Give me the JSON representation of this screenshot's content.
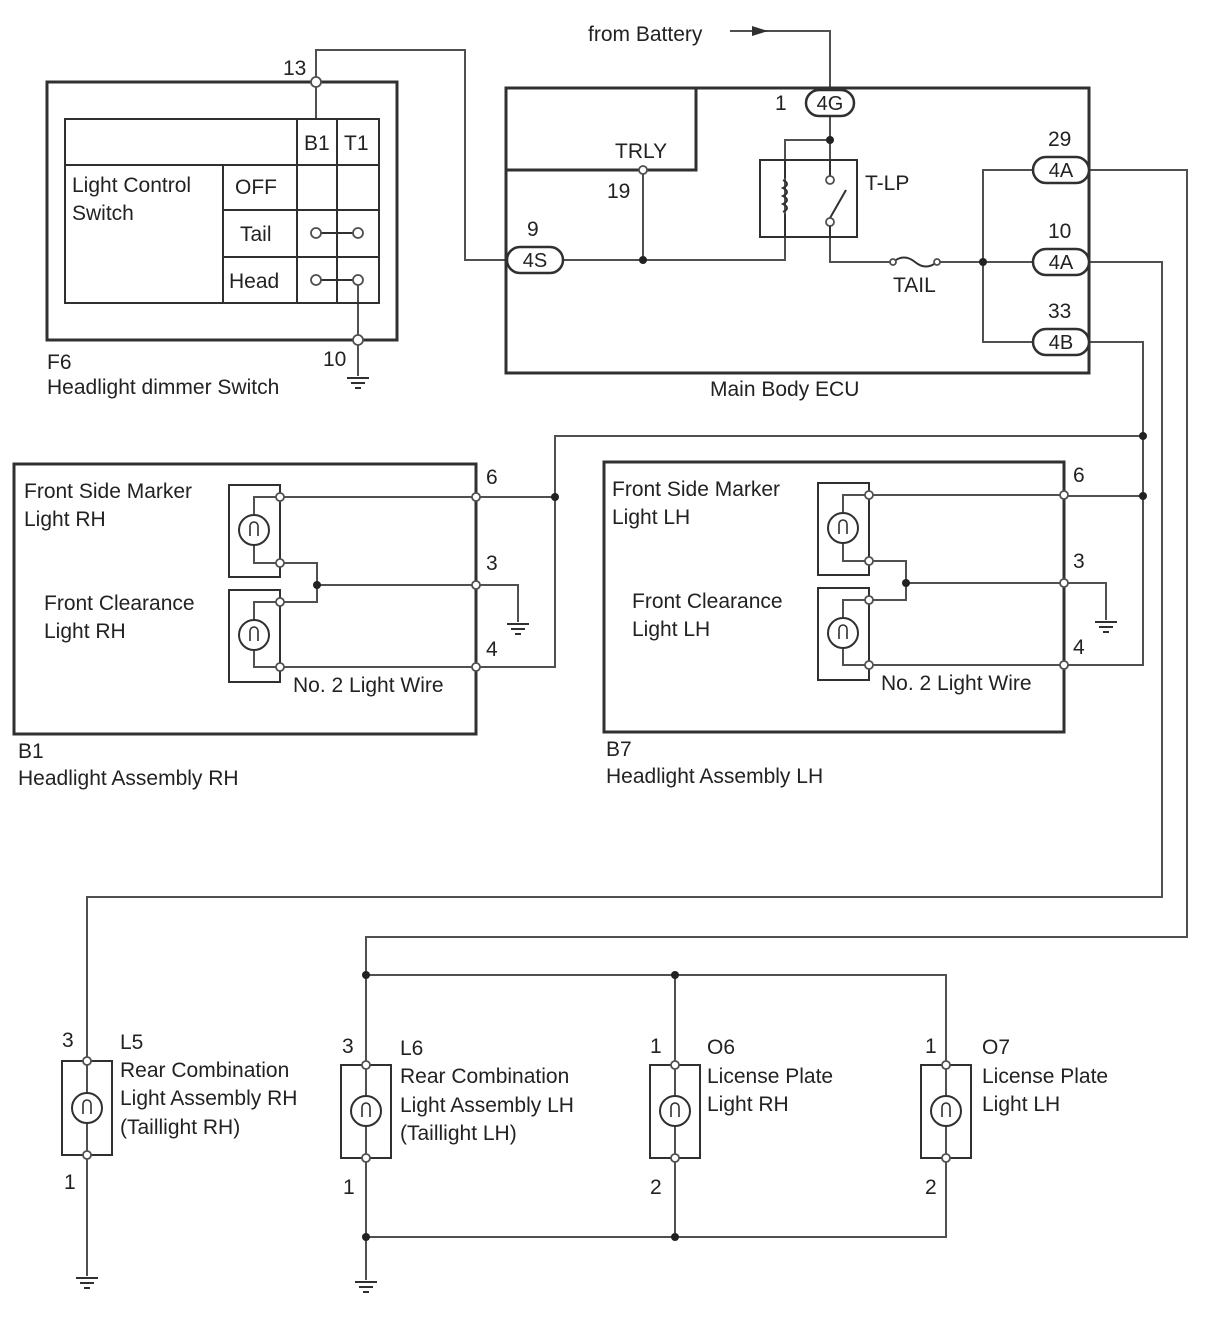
{
  "battery": {
    "label": "from Battery"
  },
  "dimmer_switch": {
    "pin_b1": "13",
    "pin_ground": "10",
    "code": "F6",
    "name": "Headlight dimmer Switch",
    "table": {
      "title": "Light Control Switch",
      "columns": [
        "B1",
        "T1"
      ],
      "rows": [
        "OFF",
        "Tail",
        "Head"
      ]
    }
  },
  "ecu": {
    "name": "Main Body ECU",
    "trly_label": "TRLY",
    "trly_pin": "19",
    "relay_label": "T-LP",
    "fuse_label": "TAIL",
    "conn_4g": {
      "pin": "1",
      "label": "4G"
    },
    "conn_4s": {
      "pin": "9",
      "label": "4S"
    },
    "conn_4a_29": {
      "pin": "29",
      "label": "4A"
    },
    "conn_4a_10": {
      "pin": "10",
      "label": "4A"
    },
    "conn_4b": {
      "pin": "33",
      "label": "4B"
    }
  },
  "headlight_rh": {
    "code": "B1",
    "name": "Headlight Assembly RH",
    "side_marker": "Front Side Marker Light RH",
    "clearance": "Front Clearance Light RH",
    "wire": "No. 2 Light Wire",
    "pins": {
      "p6": "6",
      "p3": "3",
      "p4": "4"
    }
  },
  "headlight_lh": {
    "code": "B7",
    "name": "Headlight Assembly LH",
    "side_marker": "Front Side Marker Light LH",
    "clearance": "Front Clearance Light LH",
    "wire": "No. 2 Light Wire",
    "pins": {
      "p6": "6",
      "p3": "3",
      "p4": "4"
    }
  },
  "rear_rh": {
    "code": "L5",
    "line1": "Rear Combination",
    "line2": "Light Assembly RH",
    "line3": "(Taillight RH)",
    "pin_top": "3",
    "pin_bottom": "1"
  },
  "rear_lh": {
    "code": "L6",
    "line1": "Rear Combination",
    "line2": "Light Assembly LH",
    "line3": "(Taillight LH)",
    "pin_top": "3",
    "pin_bottom": "1"
  },
  "plate_rh": {
    "code": "O6",
    "line1": "License Plate",
    "line2": "Light RH",
    "pin_top": "1",
    "pin_bottom": "2"
  },
  "plate_lh": {
    "code": "O7",
    "line1": "License Plate",
    "line2": "Light LH",
    "pin_top": "1",
    "pin_bottom": "2"
  }
}
